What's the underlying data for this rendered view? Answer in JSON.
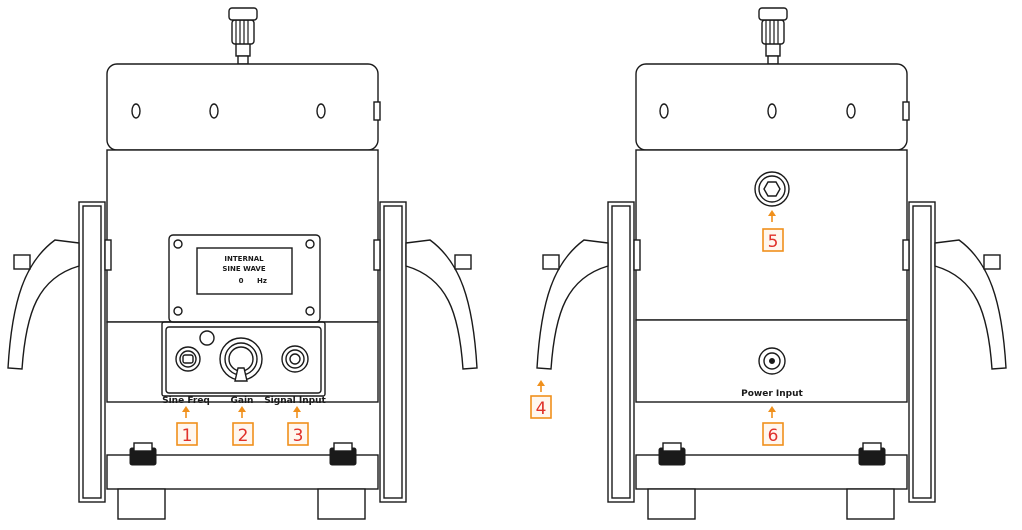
{
  "front_panel": {
    "display_line1": "INTERNAL",
    "display_line2": "SINE WAVE",
    "display_value": "0",
    "display_unit": "Hz"
  },
  "labels": {
    "sine_freq": "Sine Freq",
    "gain": "Gain",
    "signal_input": "Signal Input",
    "power_input": "Power Input"
  },
  "callouts": [
    "1",
    "2",
    "3",
    "4",
    "5",
    "6"
  ],
  "colors": {
    "callout_border": "#f0901c",
    "callout_text": "#e0312a",
    "line": "#1a1a1a"
  }
}
